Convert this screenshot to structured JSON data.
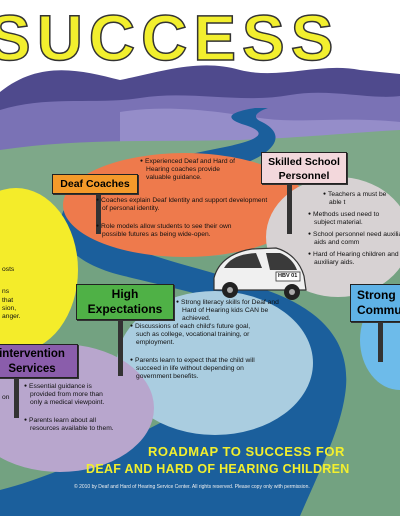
{
  "title": "SUCCESS",
  "signs": {
    "deaf_coaches": "Deaf Coaches",
    "skilled_school_personnel": "Skilled School Personnel",
    "high_expectations": "High Expectations",
    "intervention_services": "intervention services",
    "strong_communication": "Strong Commu"
  },
  "bullets": {
    "deaf_coaches": [
      "Experienced Deaf and Hard of Hearing coaches provide valuable guidance.",
      "Coaches explain Deaf Identity and support development of personal identity.",
      "Role models allow students to see their own possible futures as being wide-open."
    ],
    "skilled_school_personnel": [
      "Teachers a must be able t",
      "Methods used need to subject material.",
      "School personnel need auxiliary aids and comm",
      "Hard of Hearing children and auxiliary aids."
    ],
    "high_expectations": [
      "Strong literacy skills for Deaf and Hard of Hearing kids CAN be achieved.",
      "Discussions of each child's future goal, such as college, vocational training, or employment.",
      "Parents learn to expect that the child will succeed in life without depending on government benefits."
    ],
    "intervention_services": [
      "Essential guidance is provided from more than only a medical viewpoint.",
      "Parents learn about all resources available to them."
    ]
  },
  "left_partial_text": [
    "osts",
    "ns",
    "that",
    "sion,",
    "anger.",
    "on"
  ],
  "car_plate": "HBV 01",
  "footer": {
    "line1": "ROADMAP TO SUCCESS FOR",
    "line2": "DEAF AND HARD OF HEARING CHILDREN",
    "copyright": "© 2010 by Deaf and Hard of Hearing Service Center. All rights reserved. Please copy only with permission."
  },
  "colors": {
    "title_yellow": "#f2ef2e",
    "mountain_purple": "#6f67a6",
    "grass_green": "#80a98a",
    "road_blue": "#1b5f9c",
    "sign_orange": "#f49a2a",
    "sign_green": "#4fb146",
    "sign_purple": "#8a5dab",
    "sign_pink": "#f3d8dc",
    "sign_blue": "#5fb2e6"
  }
}
